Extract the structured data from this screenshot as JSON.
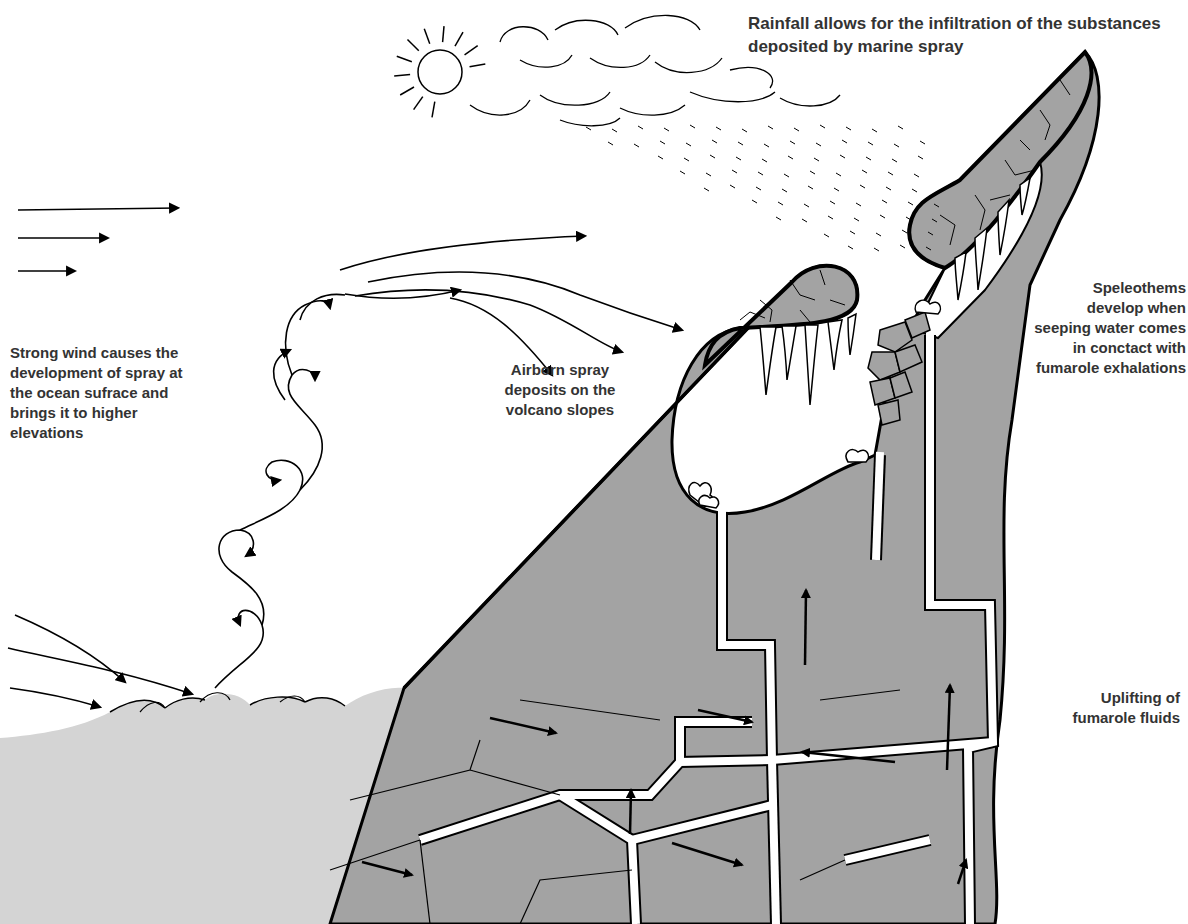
{
  "diagram": {
    "labels": [
      "Rainfall allows for the infiltration of the substances deposited by marine spray",
      "Strong wind causes the development of spray at the ocean sufrace and brings it to higher elevations",
      "Airborn spray deposits on the volcano slopes",
      "Speleothems develop when seeping water comes in conctact with fumarole exhalations",
      "Uplifting of fumarole fluids"
    ]
  }
}
